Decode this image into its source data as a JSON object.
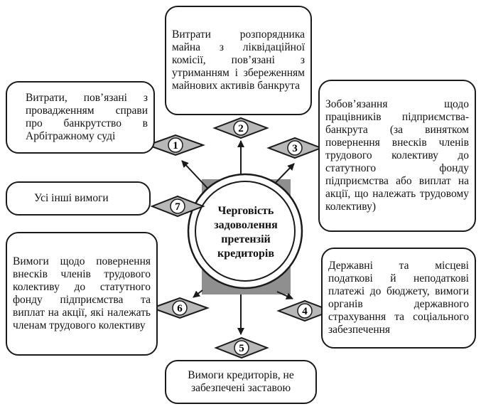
{
  "center": {
    "lines": [
      "Черговість",
      "задоволення",
      "претензій",
      "кредиторів"
    ]
  },
  "priorities": [
    {
      "number": "1",
      "text": "Витрати, пов’язані з провадженням справи про банкрутство в Арбітражному суді"
    },
    {
      "number": "2",
      "text": "Витрати розпорядника майна з ліквідаційної комісії, пов’язані з утриманням і збереженням майнових активів банкрута"
    },
    {
      "number": "3",
      "text": "Зобов’язання щодо працівників підприємства-банкрута (за винятком повернення внесків членів трудового колективу до статутного фонду підприємства або виплат на акції, що належать трудовому колективу)"
    },
    {
      "number": "4",
      "text": "Державні та місцеві податкові й неподаткові платежі до бюджету, вимоги органів державного страхування та соціального забезпечення"
    },
    {
      "number": "5",
      "text": "Вимоги кредиторів, не забезпечені заставою"
    },
    {
      "number": "6",
      "text": "Вимоги щодо повернення внесків членів трудового колективу до статутного фонду підприємства та виплат на акції, які належать членам трудового колективу"
    },
    {
      "number": "7",
      "text": "Усі інші вимоги"
    }
  ],
  "colors": {
    "line": "#1a1a1a",
    "diamond_fill": "#b8b8b8",
    "square_fill": "#8f8f8f",
    "background": "#ffffff"
  }
}
